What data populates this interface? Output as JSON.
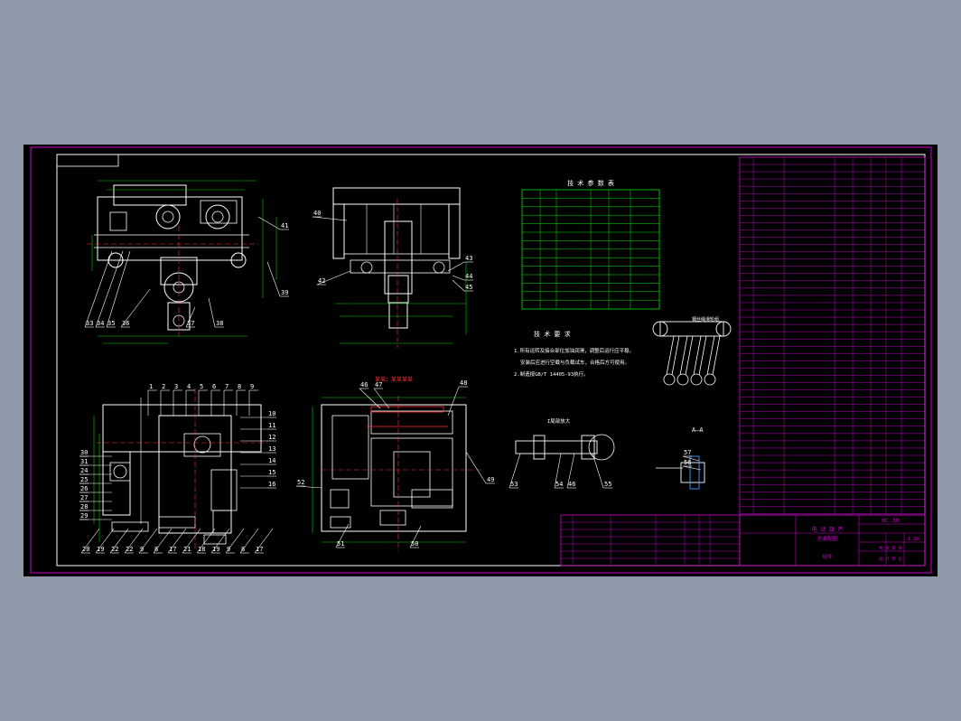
{
  "colors": {
    "background": "#8d98a8",
    "sheet": "#000000",
    "frame": "#d000d0",
    "geometry": "#ffffff",
    "dimension": "#00d000",
    "table": "#00e000",
    "annotation": "#ff3030",
    "center_line": "#ff3030",
    "section": "#40a0ff"
  },
  "tech_params": {
    "title": "技 术 参 数 表"
  },
  "notes": {
    "title": "技 术 要 求",
    "line1": "1.所有运转及接合部位加油润滑，调整后运行应平稳。",
    "line2": "安装后应进行空载与负载试车，合格后方可使用。",
    "line3": "2.制造按GB/T 14405-93执行。"
  },
  "views": {
    "top_right_note": "某某：某某某某",
    "detail_label": "I局部放大",
    "section_label": "A—A",
    "pulley_label": "钢丝绳滑轮组"
  },
  "callouts": {
    "left_top": [
      "33",
      "34",
      "35",
      "36",
      "37",
      "38",
      "39",
      "41"
    ],
    "mid_top": [
      "40",
      "42",
      "43",
      "44",
      "45"
    ],
    "left_bottom_top": [
      "1",
      "2",
      "3",
      "4",
      "5",
      "6",
      "7",
      "8",
      "9"
    ],
    "left_bottom_right": [
      "10",
      "11",
      "12",
      "13",
      "14",
      "15",
      "16"
    ],
    "left_bottom_left": [
      "30",
      "31",
      "24",
      "25",
      "26",
      "27",
      "28",
      "29"
    ],
    "left_bottom_bottom": [
      "20",
      "19",
      "22",
      "22",
      "9",
      "8",
      "17",
      "21",
      "18",
      "19",
      "9",
      "8",
      "17"
    ],
    "mid_bottom": [
      "46",
      "47",
      "48",
      "49",
      "50",
      "51",
      "52"
    ],
    "detail": [
      "53",
      "54",
      "46",
      "55",
      "57",
      "56"
    ]
  },
  "title_block": {
    "drawing_no": "HC 30",
    "name_line1": "电 动 葫 芦",
    "name_line2": "总装配图",
    "material": "组件",
    "scale": "1:20",
    "sheet_info": "共 张 第 张",
    "company": "设 计 单 位"
  }
}
